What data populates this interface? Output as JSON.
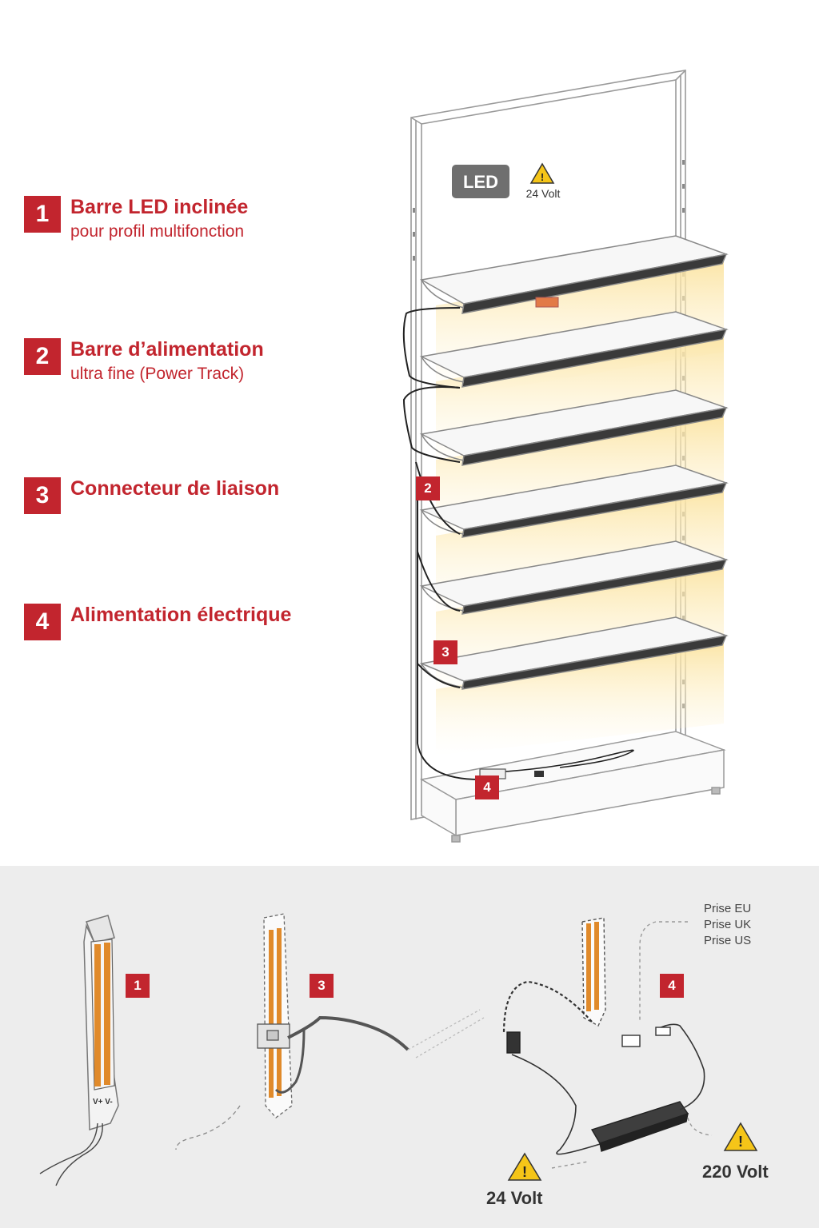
{
  "legend": [
    {
      "num": "1",
      "title": "Barre LED inclinée",
      "subtitle": "pour profil multifonction"
    },
    {
      "num": "2",
      "title": "Barre d’alimentation",
      "subtitle": "ultra fine (Power Track)"
    },
    {
      "num": "3",
      "title": "Connecteur de liaison",
      "subtitle": ""
    },
    {
      "num": "4",
      "title": "Alimentation électrique",
      "subtitle": ""
    }
  ],
  "shelf_unit": {
    "logo_text": "LED",
    "voltage_label": "24 Volt",
    "tags": [
      "2",
      "3",
      "4"
    ]
  },
  "details": {
    "tags": [
      "1",
      "3",
      "4"
    ],
    "plugs": [
      "Prise EU",
      "Prise UK",
      "Prise US"
    ],
    "low_voltage": "24 Volt",
    "high_voltage": "220 Volt"
  },
  "colors": {
    "accent": "#c2252e",
    "led_glow": "#fbe7a6",
    "panel": "#ededed"
  },
  "icons": [
    "warning-icon",
    "led-logo"
  ]
}
